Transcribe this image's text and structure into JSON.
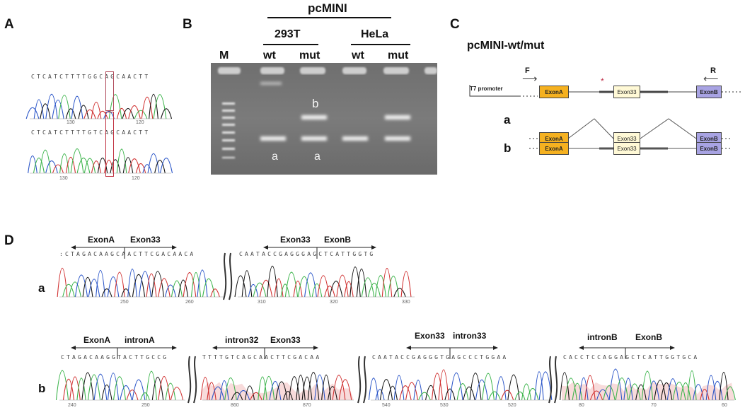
{
  "panels": {
    "a": "A",
    "b": "B",
    "c": "C",
    "d": "D"
  },
  "panelA": {
    "seq_top": "CTCATCTTTTGGCAGCAACTT",
    "seq_bottom": "CTCATCTTTTGTCAGCAACTT",
    "ticks_top": [
      "130",
      "120"
    ],
    "ticks_bottom": [
      "130",
      "120"
    ]
  },
  "panelB": {
    "plasmid": "pcMINI",
    "cell_lines": [
      "293T",
      "HeLa"
    ],
    "marker": "M",
    "lanes": [
      "wt",
      "mut",
      "wt",
      "mut"
    ],
    "band_labels": {
      "b": "b",
      "a1": "a",
      "a2": "a"
    }
  },
  "panelC": {
    "title": "pcMINI-wt/mut",
    "primer_f": "F",
    "primer_r": "R",
    "promoter": "T7 promoter",
    "exonA": "ExonA",
    "exon33": "Exon33",
    "exonB": "ExonB",
    "star": "*",
    "row_a": "a",
    "row_b": "b",
    "dots": "···"
  },
  "panelD": {
    "row_a_label": "a",
    "row_b_label": "b",
    "a1": {
      "left": "ExonA",
      "right": "Exon33",
      "seq": ":CTAGACAAGCAACTTCGACAACA",
      "ticks": [
        "250",
        "260"
      ]
    },
    "a2": {
      "left": "Exon33",
      "right": "ExonB",
      "seq": "CAATACCGAGGGAGCTCATTGGTG",
      "ticks": [
        "310",
        "320",
        "330"
      ]
    },
    "b1": {
      "left": "ExonA",
      "right": "intronA",
      "seq": "CTAGACAAGGTACTTGCCG",
      "ticks": [
        "240",
        "250"
      ]
    },
    "b2": {
      "left": "intron32",
      "right": "Exon33",
      "seq": "TTTTGTCAGCAACTTCGACAA",
      "ticks": [
        "860",
        "870"
      ]
    },
    "b3": {
      "left": "Exon33",
      "right": "intron33",
      "seq": "CAATACCGAGGGTGAGCCCTGGAA",
      "ticks": [
        "540",
        "530",
        "520"
      ]
    },
    "b4": {
      "left": "intronB",
      "right": "ExonB",
      "seq": "CACCTCCAGGAGCTCATTGGTGCA",
      "ticks": [
        "80",
        "70",
        "60"
      ]
    }
  }
}
